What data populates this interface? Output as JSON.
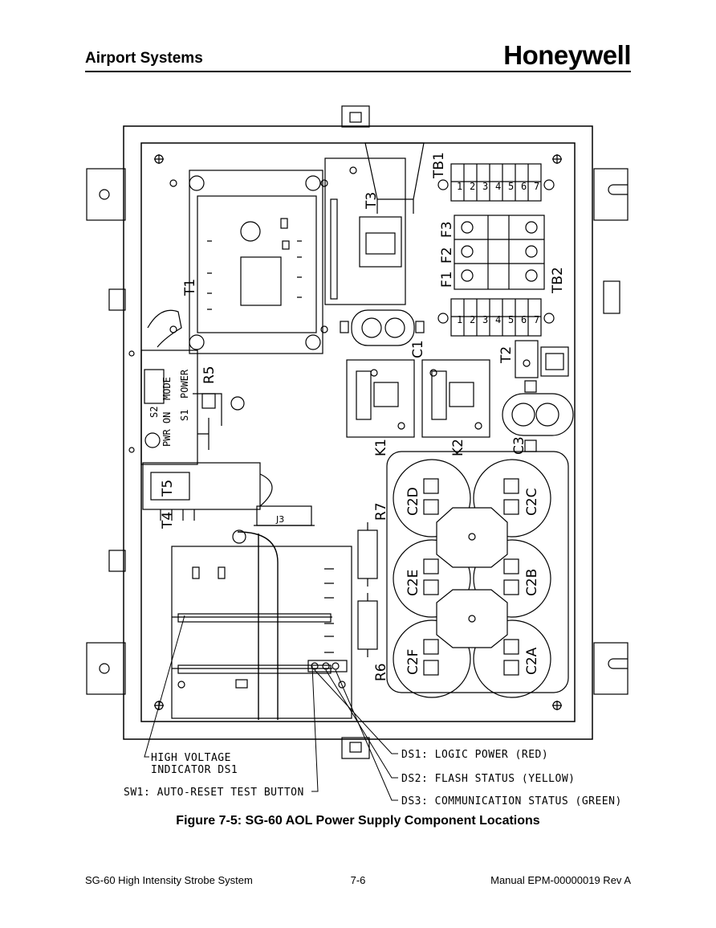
{
  "header": {
    "section_title": "Airport Systems",
    "brand": "Honeywell"
  },
  "diagram": {
    "components": {
      "tb1": "TB1",
      "tb2": "TB2",
      "t1": "T1",
      "t2": "T2",
      "t3": "T3",
      "t4": "T4",
      "t5": "T5",
      "f1": "F1",
      "f2": "F2",
      "f3": "F3",
      "c1": "C1",
      "c3": "C3",
      "k1": "K1",
      "k2": "K2",
      "r5": "R5",
      "r6": "R6",
      "r7": "R7",
      "s1": "S1",
      "s2": "S2",
      "j3": "J3",
      "c2a": "C2A",
      "c2b": "C2B",
      "c2c": "C2C",
      "c2d": "C2D",
      "c2e": "C2E",
      "c2f": "C2F",
      "power": "POWER",
      "mode": "MODE",
      "pwr_on": "PWR ON"
    },
    "terminals": [
      "1",
      "2",
      "3",
      "4",
      "5",
      "6",
      "7"
    ],
    "callouts": {
      "hv_line1": "HIGH VOLTAGE",
      "hv_line2": "INDICATOR DS1",
      "sw1": "SW1: AUTO-RESET TEST BUTTON",
      "ds1": "DS1: LOGIC POWER (RED)",
      "ds2": "DS2: FLASH STATUS (YELLOW)",
      "ds3": "DS3: COMMUNICATION STATUS (GREEN)"
    }
  },
  "caption": "Figure 7-5: SG-60 AOL Power Supply Component Locations",
  "footer": {
    "left": "SG-60 High Intensity Strobe System",
    "center": "7-6",
    "right": "Manual EPM-00000019 Rev A"
  }
}
